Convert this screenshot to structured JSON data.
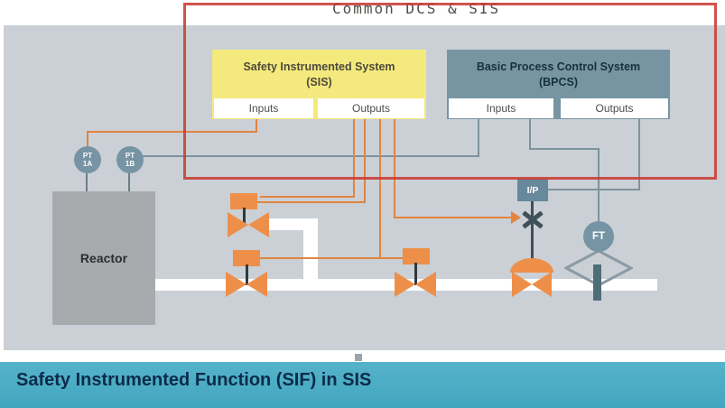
{
  "header": {
    "label": "Common DCS & SIS"
  },
  "sis": {
    "title": "Safety Instrumented System",
    "subtitle": "(SIS)",
    "inputs_label": "Inputs",
    "outputs_label": "Outputs"
  },
  "bpcs": {
    "title": "Basic Process Control System",
    "subtitle": "(BPCS)",
    "inputs_label": "Inputs",
    "outputs_label": "Outputs"
  },
  "diagram": {
    "reactor_label": "Reactor",
    "pt1a": {
      "line1": "PT",
      "line2": "1A"
    },
    "pt1b": {
      "line1": "PT",
      "line2": "1B"
    },
    "ip_label": "I/P",
    "ft_label": "FT"
  },
  "footer": {
    "title": "Safety Instrumented Function (SIF) in SIS"
  },
  "colors": {
    "slide_bg": "#cad0d5",
    "sis_yellow": "#f4e97c",
    "steel_blue": "#7794a3",
    "valve_orange": "#ee8f49",
    "signal_orange": "#e28440",
    "signal_gray": "#7d929e",
    "highlight_red": "#c93a32",
    "footer_teal": "#4aadc5",
    "footer_text_navy": "#0c2b4a"
  }
}
